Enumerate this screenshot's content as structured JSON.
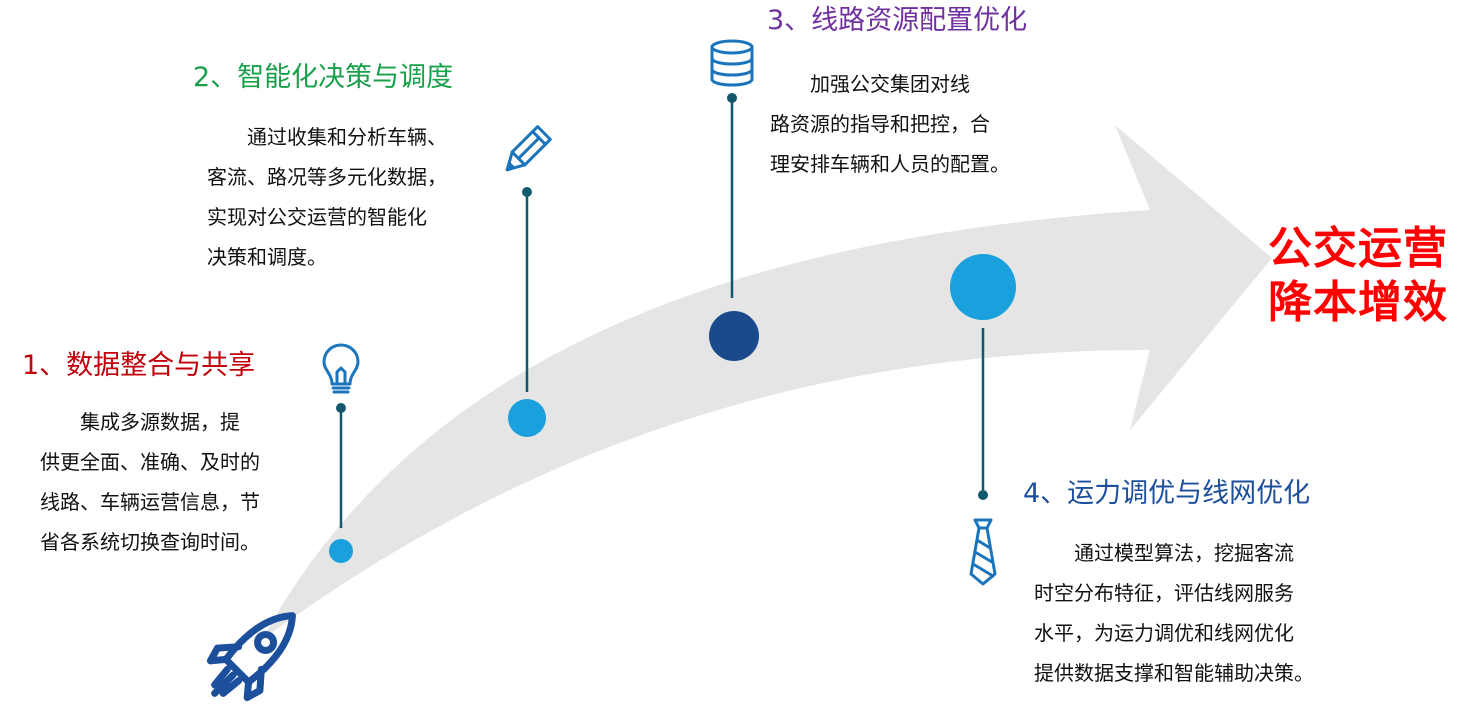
{
  "colors": {
    "arrow": "#e5e5e5",
    "connector": "#13586d",
    "stage1_title": "#c0000b",
    "stage2_title": "#19a04b",
    "stage3_title": "#7030a0",
    "stage4_title": "#1c4f9c",
    "goal": "#ff0000",
    "dot_light": "#1aa0dc",
    "dot_dark": "#1b4a8c",
    "icon_blue": "#1b75bc",
    "rocket": "#1c4f9c"
  },
  "stages": [
    {
      "title": "1、数据整合与共享",
      "icon": "lightbulb-icon",
      "desc_lines": [
        "　　集成多源数据，提",
        "供更全面、准确、及时的",
        "线路、车辆运营信息，节",
        "省各系统切换查询时间。"
      ]
    },
    {
      "title": "2、智能化决策与调度",
      "icon": "pencil-icon",
      "desc_lines": [
        "　　通过收集和分析车辆、",
        "客流、路况等多元化数据，",
        "实现对公交运营的智能化",
        "决策和调度。"
      ]
    },
    {
      "title": "3、线路资源配置优化",
      "icon": "database-icon",
      "desc_lines": [
        "　　加强公交集团对线",
        "路资源的指导和把控，合",
        "理安排车辆和人员的配置。"
      ]
    },
    {
      "title": "4、运力调优与线网优化",
      "icon": "tie-icon",
      "desc_lines": [
        "　　通过模型算法，挖掘客流",
        "时空分布特征，评估线网服务",
        "水平，为运力调优和线网优化",
        "提供数据支撑和智能辅助决策。"
      ]
    }
  ],
  "goal": {
    "lines": [
      "公交运营",
      "降本增效"
    ]
  },
  "start_icon": "rocket-icon"
}
